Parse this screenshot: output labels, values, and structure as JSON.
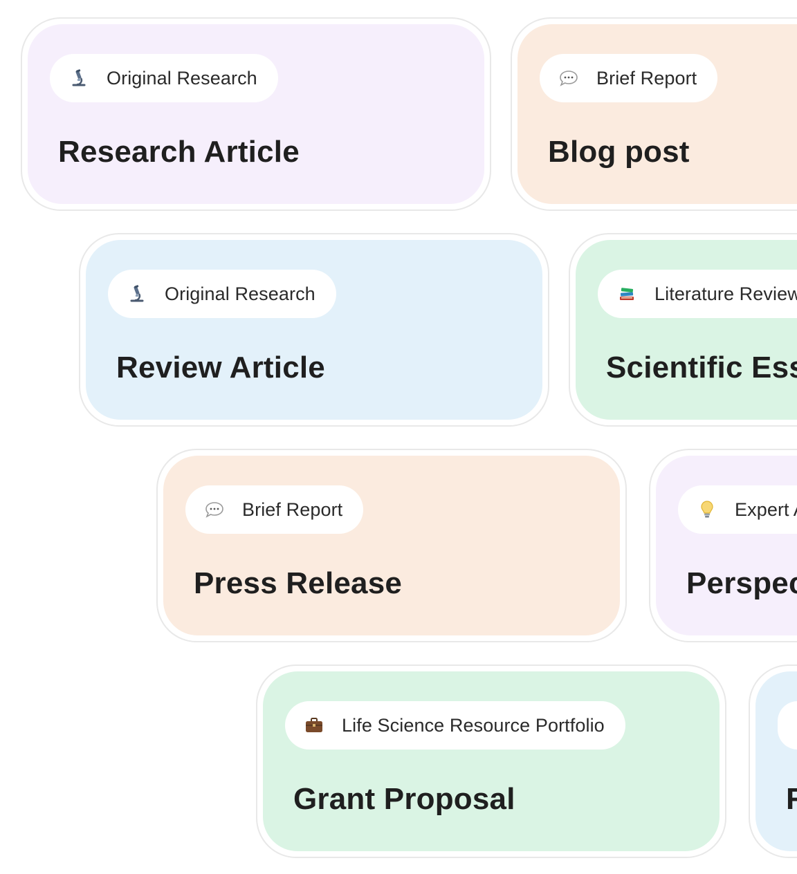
{
  "colors": {
    "lavender": "#f6effc",
    "peach": "#fbebdf",
    "sky": "#e3f1fa",
    "mint": "#daf4e4",
    "border": "#e8e8e8"
  },
  "cards": [
    {
      "tag": "Original Research",
      "icon": "microscope-icon",
      "title": "Research Article",
      "color": "lavender"
    },
    {
      "tag": "Brief Report",
      "icon": "speech-bubble-icon",
      "title": "Blog post",
      "color": "peach"
    },
    {
      "tag": "Original Research",
      "icon": "microscope-icon",
      "title": "Review Article",
      "color": "sky"
    },
    {
      "tag": "Literature Review",
      "icon": "books-icon",
      "title": "Scientific Essay",
      "color": "mint"
    },
    {
      "tag": "Brief Report",
      "icon": "speech-bubble-icon",
      "title": "Press Release",
      "color": "peach"
    },
    {
      "tag": "Expert Analysis",
      "icon": "lightbulb-icon",
      "title": "Perspective",
      "color": "lavender"
    },
    {
      "tag": "Life Science Resource Portfolio",
      "icon": "briefcase-icon",
      "title": "Grant Proposal",
      "color": "mint"
    },
    {
      "tag": "",
      "icon": "",
      "title": "R",
      "color": "sky"
    }
  ]
}
